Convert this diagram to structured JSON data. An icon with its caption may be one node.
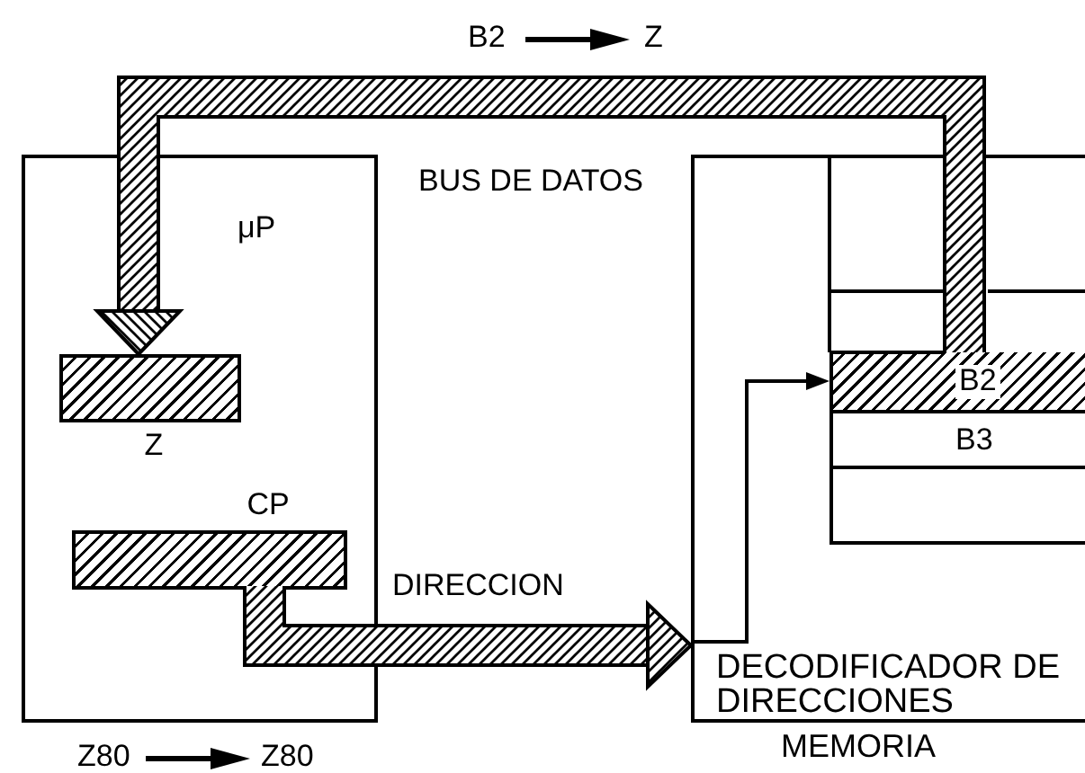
{
  "diagram": {
    "nodes": [
      {
        "text": [
          "μP"
        ]
      },
      {
        "text": [
          "Z"
        ],
        "in": 0
      },
      {
        "text": [
          "CP"
        ],
        "in": 0
      },
      {
        "text": [
          "MEMORIA"
        ]
      },
      {
        "text": [
          "DECODIFICADOR DE DIRECCIONES"
        ],
        "in": 3
      },
      {
        "text": [
          "B2"
        ],
        "in": 3
      },
      {
        "text": [
          "B3"
        ],
        "in": 3
      },
      {
        "text": [],
        "shape": "box",
        "in": 3
      }
    ],
    "edges": [
      {
        "from": 5,
        "to": 1,
        "arrow": "to",
        "style": "thick",
        "label": "BUS DE DATOS"
      },
      {
        "from": 2,
        "to": 4,
        "arrow": "to",
        "style": "thick",
        "label": "DIRECCION"
      },
      {
        "from": 4,
        "to": 5,
        "arrow": "to"
      }
    ],
    "labels": [
      "B2",
      "Z",
      "Z80",
      "Z80"
    ]
  }
}
